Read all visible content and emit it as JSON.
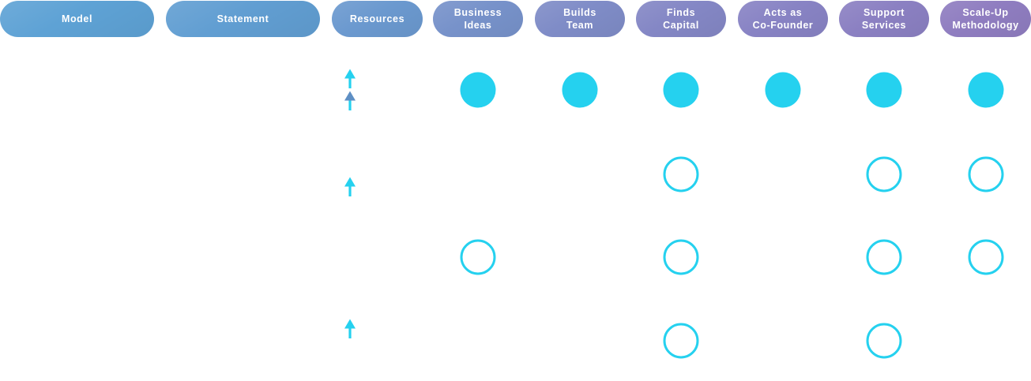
{
  "header": {
    "columns": [
      {
        "id": "model",
        "label": "Model",
        "color": "#5ea2d5"
      },
      {
        "id": "statement",
        "label": "Statement",
        "color": "#619ed2"
      },
      {
        "id": "resources",
        "label": "Resources",
        "color": "#6b99cf"
      },
      {
        "id": "business-ideas",
        "label": "Business\nIdeas",
        "color": "#7792ca"
      },
      {
        "id": "builds-team",
        "label": "Builds\nTeam",
        "color": "#7f8cc7"
      },
      {
        "id": "finds-capital",
        "label": "Finds\nCapital",
        "color": "#8487c5"
      },
      {
        "id": "acts-as-co-founder",
        "label": "Acts as\nCo-Founder",
        "color": "#8883c4"
      },
      {
        "id": "support-services",
        "label": "Support\nServices",
        "color": "#8b80c2"
      },
      {
        "id": "scale-up-methodology",
        "label": "Scale-Up\nMethodology",
        "color": "#8f7dc0"
      }
    ]
  },
  "matrix": {
    "rows": [
      {
        "resources_indicator": "double-up-arrow",
        "cells": {
          "business-ideas": "filled",
          "builds-team": "filled",
          "finds-capital": "filled",
          "acts-as-co-founder": "filled",
          "support-services": "filled",
          "scale-up-methodology": "filled"
        }
      },
      {
        "resources_indicator": "single-up-arrow",
        "cells": {
          "finds-capital": "outline",
          "support-services": "outline",
          "scale-up-methodology": "outline"
        }
      },
      {
        "resources_indicator": "none",
        "cells": {
          "business-ideas": "outline",
          "finds-capital": "outline",
          "support-services": "outline",
          "scale-up-methodology": "outline"
        }
      },
      {
        "resources_indicator": "single-up-arrow",
        "cells": {
          "finds-capital": "outline",
          "support-services": "outline"
        }
      }
    ]
  },
  "colors": {
    "accent_cyan": "#25d1ef",
    "arrow_secondary_head": "#5e8fc4",
    "pill_text": "#ffffff",
    "background": "#ffffff"
  }
}
